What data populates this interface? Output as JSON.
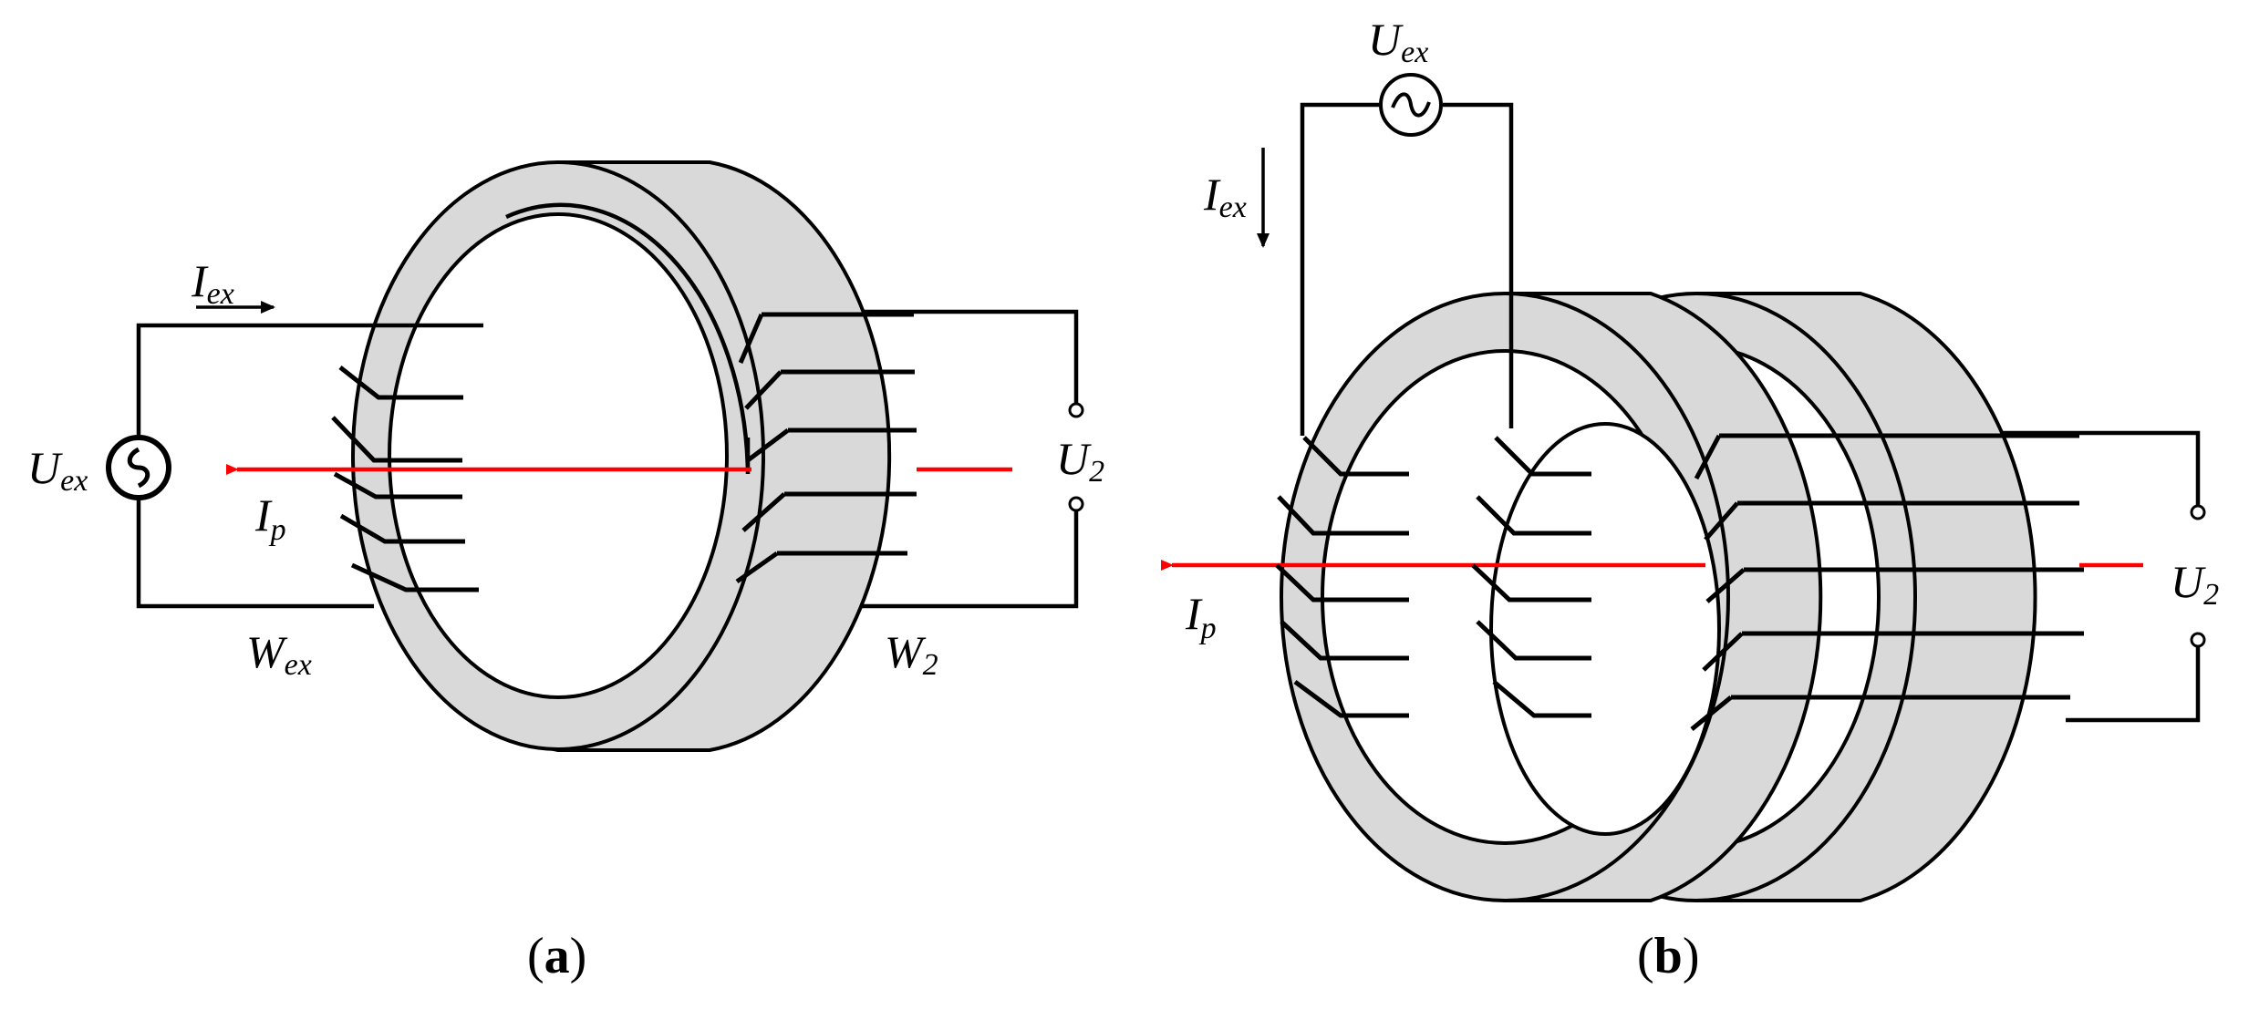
{
  "colors": {
    "core": "#d9d9d9",
    "outline": "#000000",
    "primary_current": "#ff0000",
    "background": "#ffffff"
  },
  "panel_a": {
    "caption_open": "(",
    "caption_letter": "a",
    "caption_close": ")",
    "excitation_current": {
      "base": "I",
      "sub": "ex"
    },
    "excitation_voltage": {
      "base": "U",
      "sub": "ex"
    },
    "primary_current": {
      "base": "I",
      "sub": "p"
    },
    "excitation_winding": {
      "base": "W",
      "sub": "ex"
    },
    "secondary_winding": {
      "base": "W",
      "sub": "2"
    },
    "secondary_voltage": {
      "base": "U",
      "sub": "2"
    },
    "icons": [
      "ac-source-icon",
      "current-arrow-icon",
      "toroidal-core-icon"
    ]
  },
  "panel_b": {
    "caption_open": "(",
    "caption_letter": "b",
    "caption_close": ")",
    "excitation_voltage": {
      "base": "U",
      "sub": "ex"
    },
    "excitation_current": {
      "base": "I",
      "sub": "ex"
    },
    "primary_current": {
      "base": "I",
      "sub": "p"
    },
    "secondary_voltage": {
      "base": "U",
      "sub": "2"
    },
    "icons": [
      "ac-source-icon",
      "current-arrow-icon",
      "toroidal-core-icon"
    ]
  }
}
